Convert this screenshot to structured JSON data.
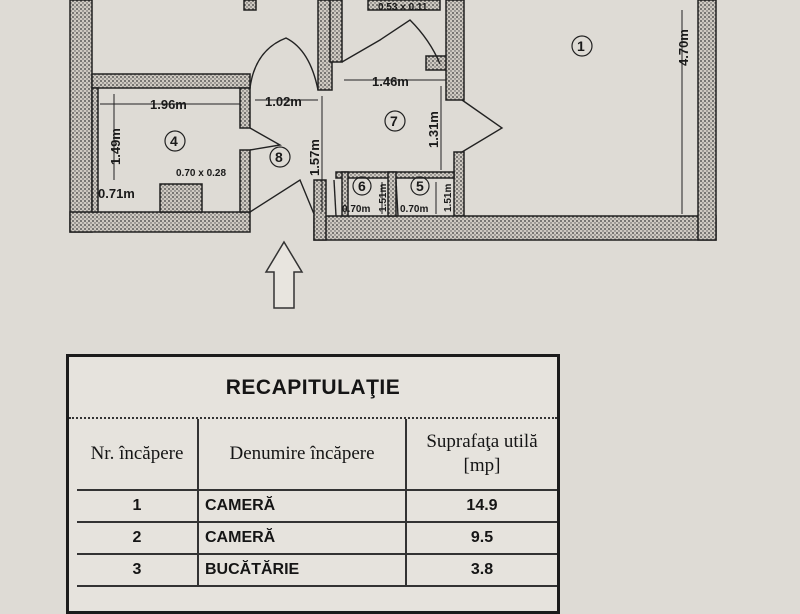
{
  "floor_plan": {
    "rooms": [
      {
        "id": "room-1",
        "label": "1"
      },
      {
        "id": "room-4",
        "label": "4"
      },
      {
        "id": "room-5",
        "label": "5"
      },
      {
        "id": "room-6",
        "label": "6"
      },
      {
        "id": "room-7",
        "label": "7"
      },
      {
        "id": "room-8",
        "label": "8"
      }
    ],
    "dimensions": {
      "room1_height": "4.70m",
      "room4_width": "1.96m",
      "room4_height": "1.49m",
      "room4_wall": "0.71m",
      "room4_shaft": "0.70 x 0.28",
      "hall_width": "1.02m",
      "hall_height": "1.57m",
      "room7_width": "1.46m",
      "room7_height": "1.31m",
      "room6_width": "0.70m",
      "room6_height": "1.51m",
      "room5_width": "0.70m",
      "room5_height": "1.51m",
      "top_shaft": "0.53 x 0.11"
    }
  },
  "summary": {
    "title": "RECAPITULAŢIE",
    "headers": {
      "nr": "Nr. încăpere",
      "name": "Denumire încăpere",
      "area": "Suprafaţa utilă [mp]"
    },
    "rows": [
      {
        "nr": "1",
        "name": "CAMERĂ",
        "area": "14.9"
      },
      {
        "nr": "2",
        "name": "CAMERĂ",
        "area": "9.5"
      },
      {
        "nr": "3",
        "name": "BUCĂTĂRIE",
        "area": "3.8"
      }
    ]
  }
}
